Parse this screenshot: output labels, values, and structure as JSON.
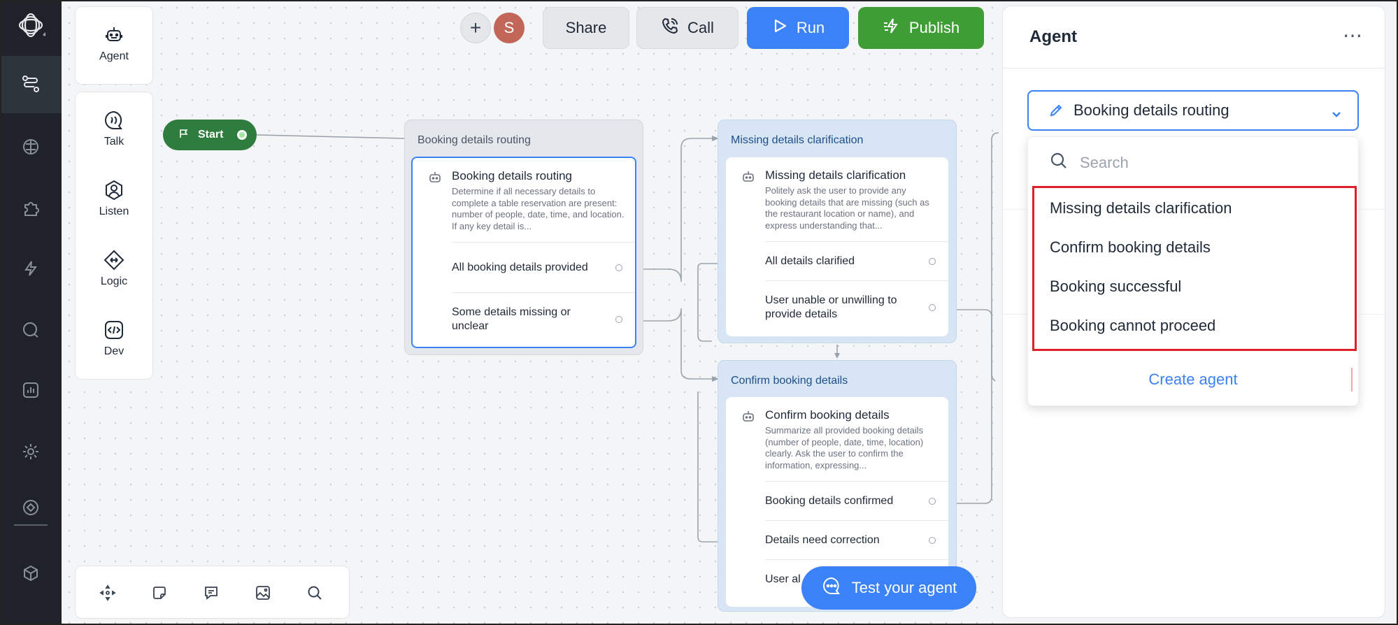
{
  "toolbar": {
    "add_symbol": "+",
    "avatar_initial": "S",
    "share_label": "Share",
    "call_label": "Call",
    "run_label": "Run",
    "publish_label": "Publish"
  },
  "left_tools": {
    "agent": "Agent",
    "talk": "Talk",
    "listen": "Listen",
    "logic": "Logic",
    "dev": "Dev"
  },
  "flow": {
    "start_label": "Start",
    "routing": {
      "header": "Booking details routing",
      "title": "Booking details routing",
      "desc": "Determine if all necessary details to complete a table reservation are present: number of people, date, time, and location. If any key detail is...",
      "row1": "All booking details provided",
      "row2": "Some details missing or unclear"
    },
    "missing": {
      "header": "Missing details clarification",
      "title": "Missing details clarification",
      "desc": "Politely ask the user to provide any booking details that are missing (such as the restaurant location or name), and express understanding that...",
      "row1": "All details clarified",
      "row2": "User unable or unwilling to provide details"
    },
    "confirm": {
      "header": "Confirm booking details",
      "title": "Confirm booking details",
      "desc": "Summarize all provided booking details (number of people, date, time, location) clearly. Ask the user to confirm the information, expressing...",
      "row1": "Booking details confirmed",
      "row2": "Details need correction",
      "row3": "User al"
    }
  },
  "test_agent_label": "Test your agent",
  "agent_panel": {
    "title": "Agent",
    "more": "⋯",
    "selected": "Booking details routing",
    "search_placeholder": "Search",
    "options": [
      "Missing details clarification",
      "Confirm booking details",
      "Booking successful",
      "Booking cannot proceed"
    ],
    "create_label": "Create agent"
  },
  "colors": {
    "accent_blue": "#3b82f6",
    "publish_green": "#3f9d36",
    "start_green": "#2e7d3f",
    "highlight_red": "#e11d2a"
  }
}
